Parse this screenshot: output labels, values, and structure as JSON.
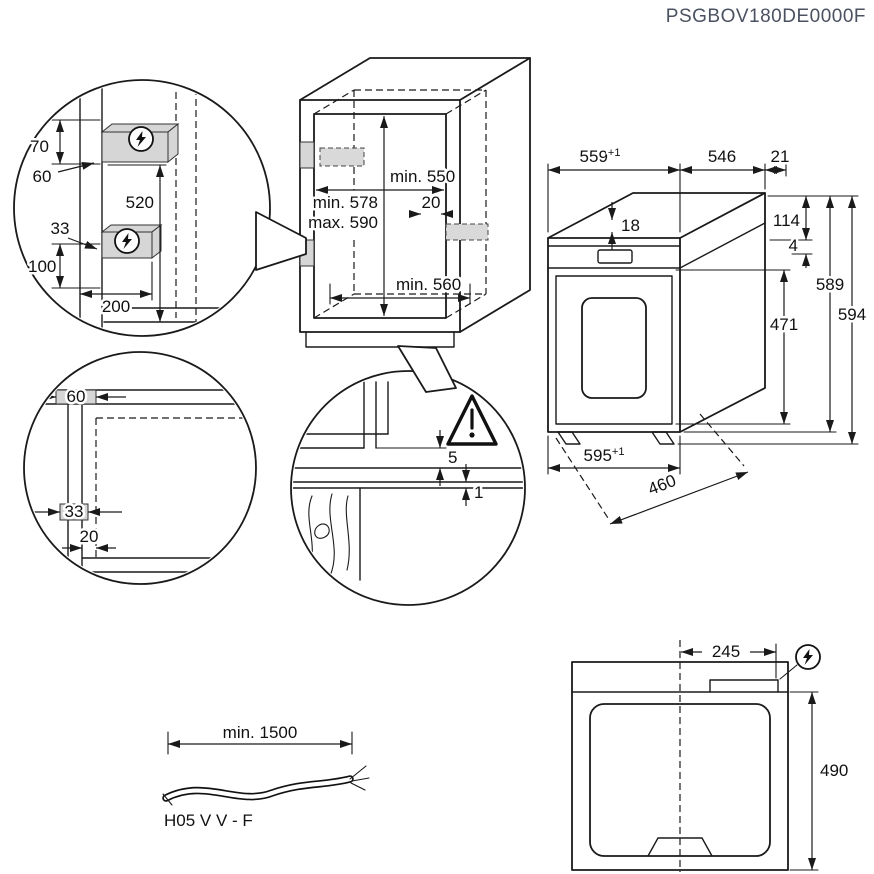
{
  "doc_code": "PSGBOV180DE0000F",
  "colors": {
    "line": "#1a1a1a",
    "shade": "#d6d6d6",
    "doc_code_text": "#4a5160"
  },
  "electrical_detail": {
    "dim_70": "70",
    "dim_60": "60",
    "dim_520": "520",
    "dim_33": "33",
    "dim_100": "100",
    "dim_200": "200"
  },
  "cabinet": {
    "dim_width_top": "min. 550",
    "dim_20": "20",
    "dim_height_min": "min. 578",
    "dim_height_max": "max. 590",
    "dim_depth_bottom": "min. 560"
  },
  "oven": {
    "dim_559": "559",
    "tol_559": "+1",
    "dim_546": "546",
    "dim_21": "21",
    "dim_18": "18",
    "dim_114": "114",
    "dim_4": "4",
    "dim_589": "589",
    "dim_594": "594",
    "dim_471": "471",
    "dim_595": "595",
    "tol_595": "+1",
    "dim_460": "460"
  },
  "plan_detail": {
    "dim_60": "60",
    "dim_33": "33",
    "dim_20": "20"
  },
  "gap_detail": {
    "dim_5": "5",
    "dim_1": "1"
  },
  "cable": {
    "dim_length": "min. 1500",
    "type_label": "H05 V V - F"
  },
  "rear_view": {
    "dim_245": "245",
    "dim_490": "490"
  }
}
